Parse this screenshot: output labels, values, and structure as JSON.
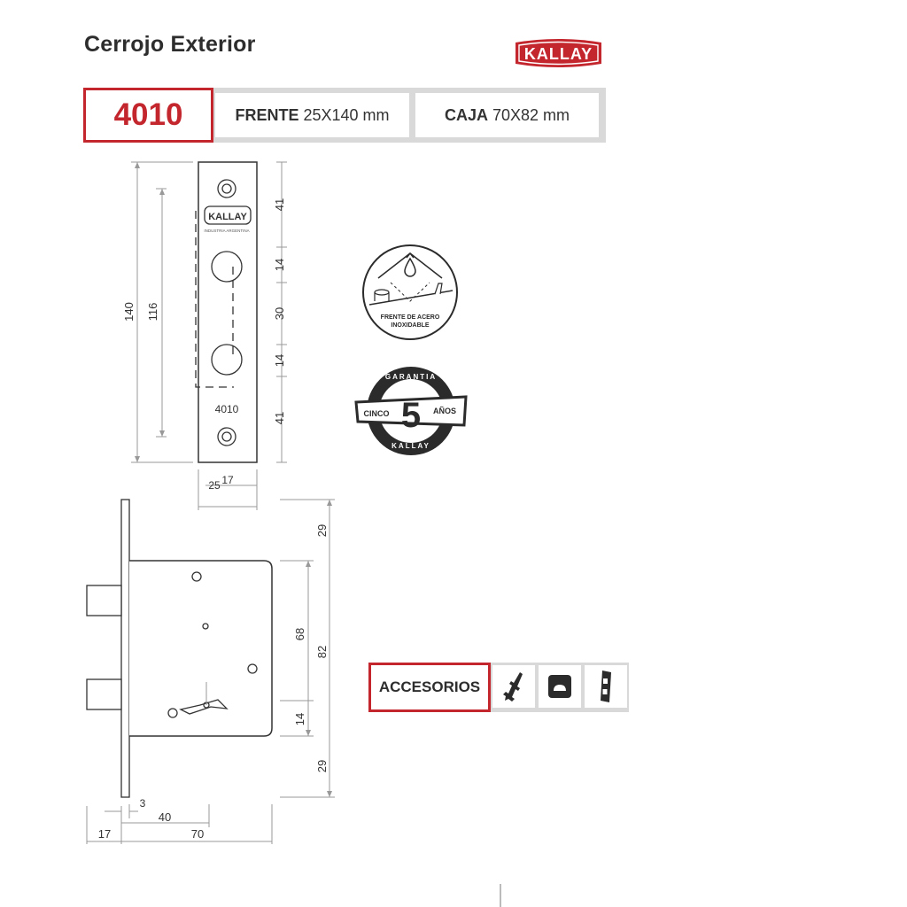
{
  "header": {
    "title": "Cerrojo Exterior",
    "brand": "KALLAY"
  },
  "specs": {
    "model": "4010",
    "front_label": "FRENTE",
    "front_value": "25X140 mm",
    "box_label": "CAJA",
    "box_value": "70X82 mm"
  },
  "faceplate": {
    "brand": "KALLAY",
    "subtitle": "INDUSTRIA ARGENTINA",
    "model": "4010",
    "dims": {
      "total_height": "140",
      "inner_height": "116",
      "seg_top": "41",
      "seg_hole1": "14",
      "seg_mid": "30",
      "seg_hole2": "14",
      "seg_bottom": "41",
      "width_outer": "25",
      "width_inner": "17"
    }
  },
  "lockbox": {
    "dims": {
      "top_margin": "29",
      "inner_span": "68",
      "box_height": "82",
      "lower_gap": "14",
      "bottom_margin": "29",
      "plate_thickness": "3",
      "backset": "40",
      "bolt_throw": "17",
      "box_depth": "70"
    }
  },
  "badges": {
    "stainless": "FRENTE DE ACERO\nINOXIDABLE",
    "stainless_line1": "FRENTE DE ACERO",
    "stainless_line2": "INOXIDABLE",
    "warranty_top": "GARANTIA",
    "warranty_left": "CINCO",
    "warranty_number": "5",
    "warranty_right": "AÑOS",
    "warranty_bottom": "KALLAY"
  },
  "accessories": {
    "label": "ACCESORIOS",
    "items": [
      "key-icon",
      "escutcheon-icon",
      "strike-plate-icon"
    ]
  },
  "colors": {
    "accent": "#c4262e",
    "frame": "#d9d9d9",
    "ink": "#2b2b2b"
  }
}
